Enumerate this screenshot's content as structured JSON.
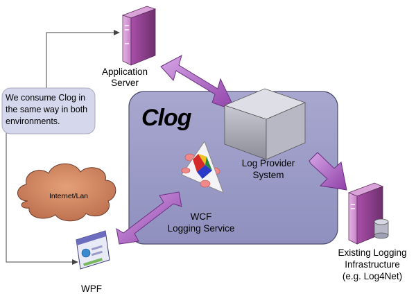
{
  "title": "Clog",
  "callout": [
    "We consume Clog in",
    "the same way in both",
    "environments."
  ],
  "nodes": {
    "app_server": [
      "Application",
      "Server"
    ],
    "log_provider": [
      "Log Provider",
      "System"
    ],
    "wcf_service": [
      "WCF",
      "Logging Service"
    ],
    "existing_logging": [
      "Existing Logging",
      "Infrastructure",
      "(e.g. Log4Net)"
    ],
    "cloud": "Internet/Lan",
    "wpf": "WPF"
  },
  "colors": {
    "clog_box": "#9d9dc8",
    "arrow": "#9b59b6",
    "server": "#8e4a8e",
    "cloud": "#c97b5a",
    "callout_bg": "#d5d7ec"
  }
}
